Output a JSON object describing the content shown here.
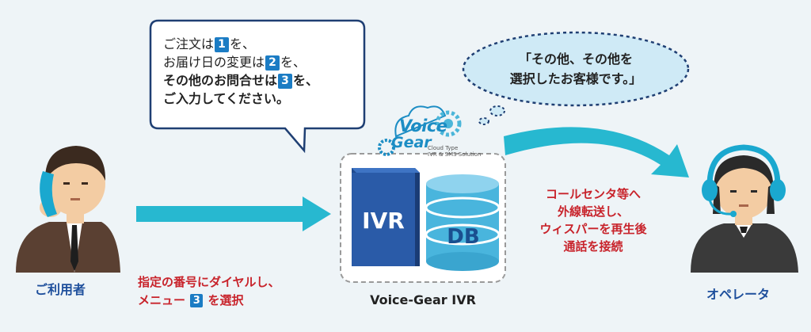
{
  "customer_bubble": {
    "line1_pre": "ご注文は",
    "line1_num": "1",
    "line1_post": "を、",
    "line2_pre": "お届け日の変更は",
    "line2_num": "2",
    "line2_post": "を、",
    "line3_pre": "その他のお問合せは",
    "line3_num": "3",
    "line3_post": "を、",
    "line4": "ご入力してください。"
  },
  "operator_bubble": {
    "line1": "「その他、その他を",
    "line2": "選択したお客様です。」"
  },
  "user": {
    "label": "ご利用者",
    "desc_line1": "指定の番号にダイヤルし、",
    "desc_line2_pre": "メニュー",
    "desc_line2_num": "3",
    "desc_line2_post": "を選択"
  },
  "system": {
    "label": "Voice-Gear IVR",
    "ivr": "IVR",
    "db": "DB",
    "logo_voice": "Voice",
    "logo_gear": "Gear",
    "logo_sub1": "Cloud Type",
    "logo_sub2": "IVR & SMS Solution"
  },
  "operator": {
    "label": "オペレータ",
    "desc_line1": "コールセンタ等へ",
    "desc_line2": "外線転送し、",
    "desc_line3": "ウィスパーを再生後",
    "desc_line4": "通話を接続"
  },
  "colors": {
    "arrow": "#27b8d0",
    "number_badge": "#1b7cc4",
    "label_blue": "#1e4f9c",
    "desc_red": "#c8232b",
    "ivr_box": "#2a5ba8",
    "db_cylinder": "#49b5dd"
  }
}
